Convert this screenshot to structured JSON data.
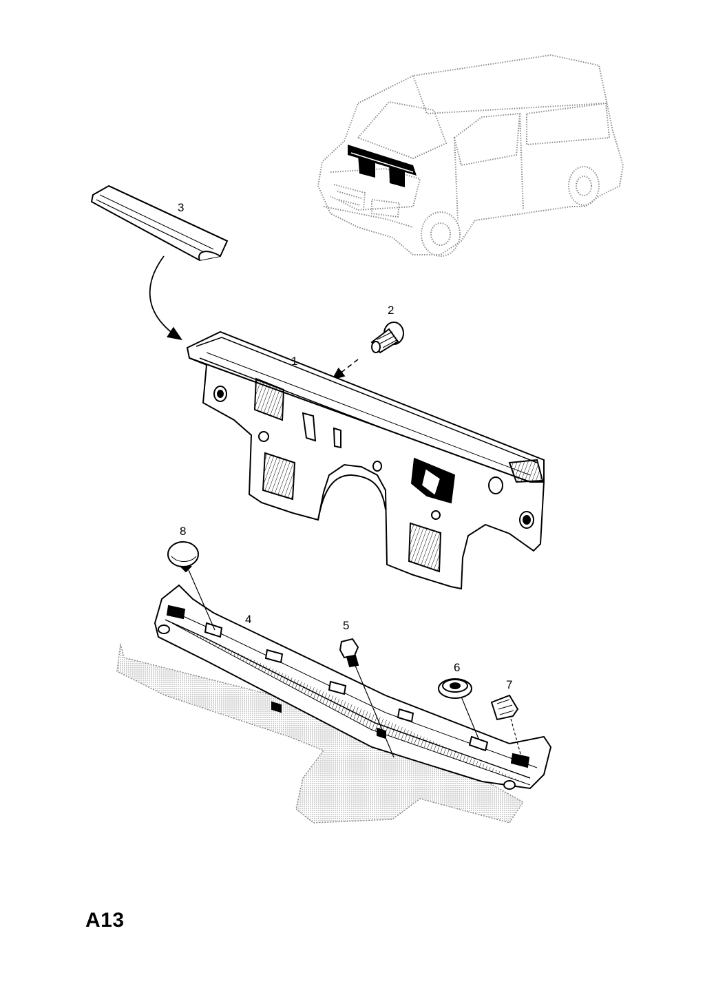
{
  "diagram": {
    "page_code": "A13",
    "callouts": [
      "1",
      "2",
      "3",
      "4",
      "5",
      "6",
      "7",
      "8"
    ],
    "colors": {
      "line": "#000000",
      "ghost": "#8a8a8a",
      "background": "#ffffff"
    }
  }
}
